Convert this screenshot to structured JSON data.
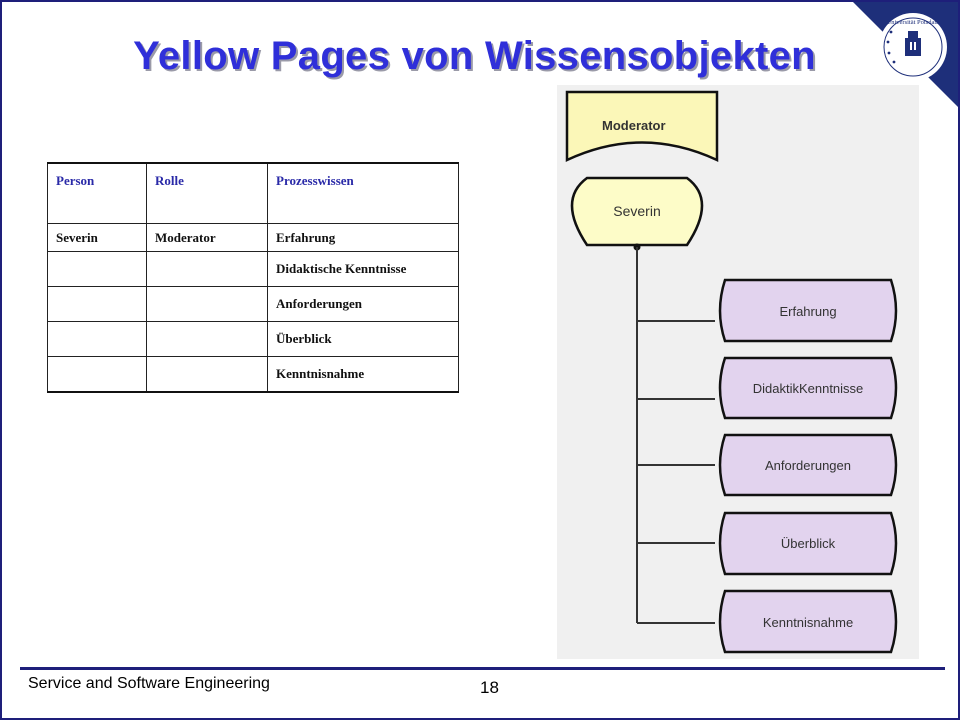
{
  "slide": {
    "title": "Yellow Pages von Wissensobjekten",
    "footer": "Service and Software Engineering",
    "page_number": "18",
    "logo_text": "Universität Potsdam"
  },
  "table": {
    "headers": [
      "Person",
      "Rolle",
      "Prozesswissen"
    ],
    "rows": [
      [
        "Severin",
        "Moderator",
        "Erfahrung"
      ],
      [
        "",
        "",
        "Didaktische Kenntnisse"
      ],
      [
        "",
        "",
        "Anforderungen"
      ],
      [
        "",
        "",
        "Überblick"
      ],
      [
        "",
        "",
        "Kenntnisnahme"
      ]
    ]
  },
  "diagram": {
    "role": "Moderator",
    "person": "Severin",
    "knowledge": [
      "Erfahrung",
      "DidaktikKenntnisse",
      "Anforderungen",
      "Überblick",
      "Kenntnisnahme"
    ]
  },
  "colors": {
    "title": "#2f2fd9",
    "border": "#1e1f7a",
    "role_fill": "#fbf7b8",
    "person_fill": "#fdfcc8",
    "knowledge_fill": "#e2d3ee"
  }
}
